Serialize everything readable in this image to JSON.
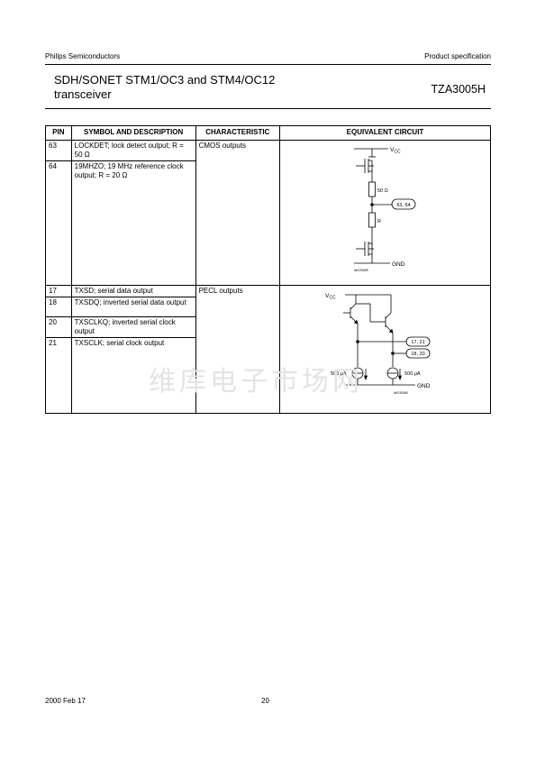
{
  "header": {
    "company": "Philips Semiconductors",
    "doc_type": "Product specification"
  },
  "title": {
    "line1": "SDH/SONET STM1/OC3 and STM4/OC12",
    "line2": "transceiver",
    "part_number": "TZA3005H"
  },
  "table": {
    "headers": [
      "PIN",
      "SYMBOL AND DESCRIPTION",
      "CHARACTERISTIC",
      "EQUIVALENT CIRCUIT"
    ],
    "group1": {
      "characteristic": "CMOS outputs",
      "rows": [
        {
          "pin": "63",
          "desc": "LOCKDET; lock detect output; R = 50 Ω"
        },
        {
          "pin": "64",
          "desc": "19MHZO; 19 MHz reference clock output; R = 20 Ω"
        }
      ],
      "circuit": {
        "vcc": "V",
        "vcc_sub": "CC",
        "res1": "50 Ω",
        "pin_label": "63, 64",
        "res2": "R",
        "gnd": "GND",
        "code": "MGS985"
      }
    },
    "group2": {
      "characteristic": "PECL outputs",
      "rows": [
        {
          "pin": "17",
          "desc": "TXSD; serial data output"
        },
        {
          "pin": "18",
          "desc": "TXSDQ; inverted serial data output"
        },
        {
          "pin": "20",
          "desc": "TXSCLKQ; inverted serial clock output"
        },
        {
          "pin": "21",
          "desc": "TXSCLK; serial clock output"
        }
      ],
      "circuit": {
        "vcc": "V",
        "vcc_sub": "CC",
        "pin_a": "17, 21",
        "pin_b": "18, 20",
        "src_left": "500 μA",
        "src_right": "500 μA",
        "gnd": "GND",
        "code": "MGS986"
      }
    }
  },
  "watermark": "维库电子市场网",
  "footer": {
    "date": "2000 Feb 17",
    "page": "20"
  }
}
